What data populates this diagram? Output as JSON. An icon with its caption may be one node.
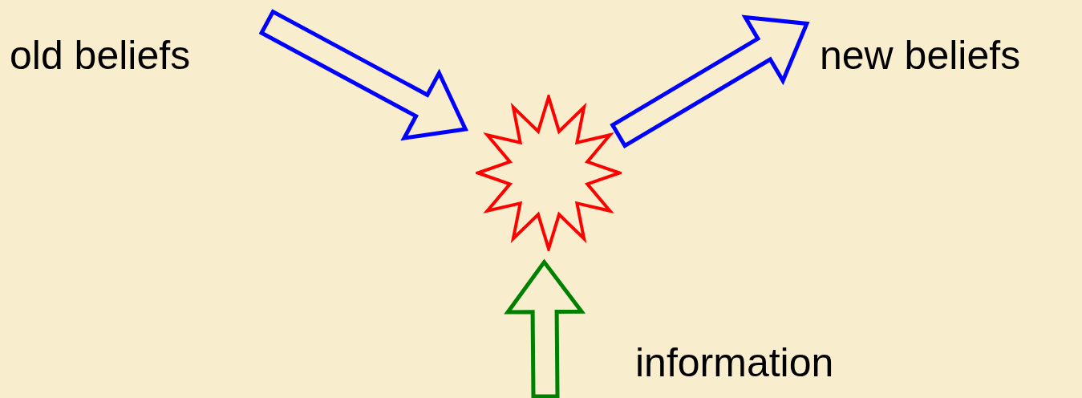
{
  "diagram": {
    "nodes": [
      {
        "text": [
          "old beliefs"
        ]
      },
      {
        "text": [],
        "shape": "star"
      },
      {
        "text": [
          "new beliefs"
        ]
      }
    ],
    "edges": [
      {
        "from": 0,
        "to": 1,
        "arrow": "to"
      },
      {
        "from": 1,
        "to": 2,
        "arrow": "to"
      },
      {
        "from": null,
        "to": 1,
        "arrow": "to",
        "label": "information",
        "color": "#008000"
      }
    ]
  }
}
